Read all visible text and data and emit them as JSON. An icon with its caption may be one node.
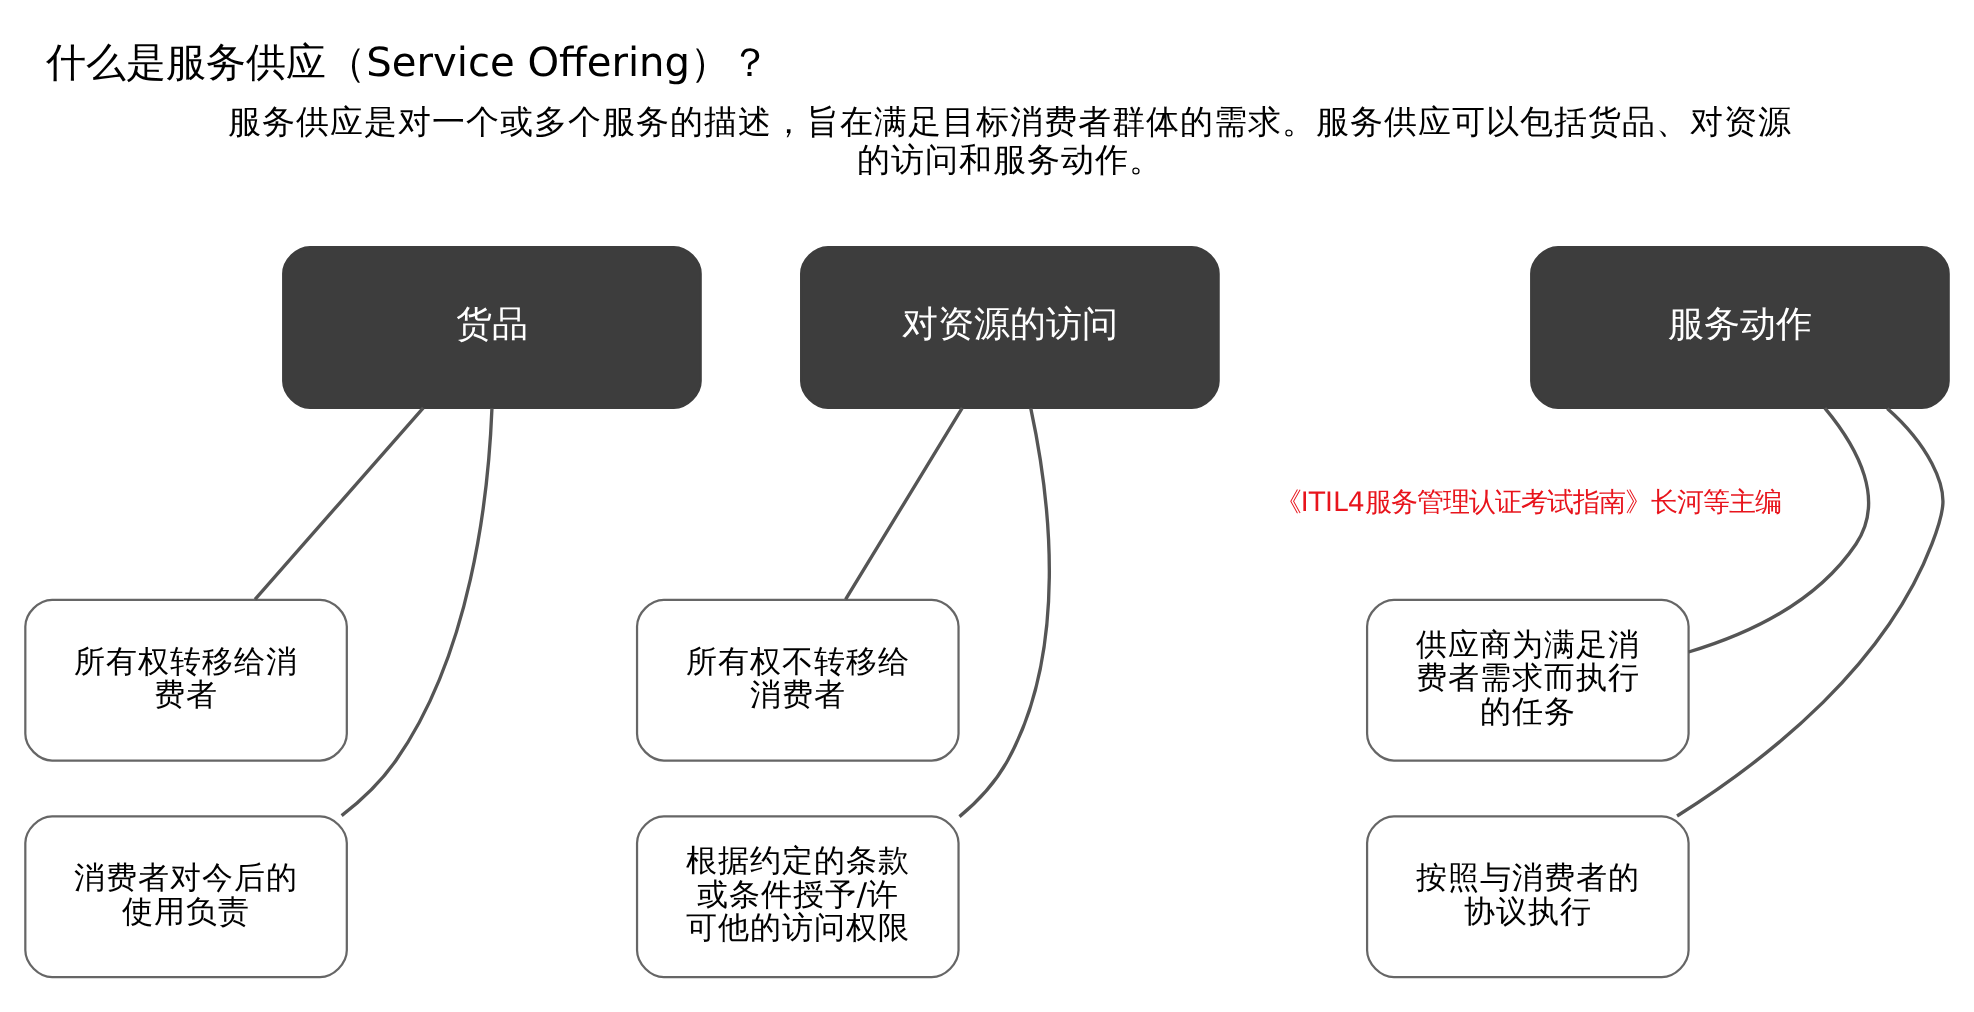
{
  "diagram": {
    "title": "什么是服务供应（Service Offering）？",
    "nodes": [
      {
        "text": [
          "货品"
        ]
      },
      {
        "text": [
          "所有权转移给消费者"
        ]
      },
      {
        "text": [
          "消费者对今后的使用负责"
        ]
      },
      {
        "text": [
          "对资源的访问"
        ]
      },
      {
        "text": [
          "所有权不转移给消费者"
        ]
      },
      {
        "text": [
          "根据约定的条款或条件授予/许可他的访问权限"
        ]
      },
      {
        "text": [
          "服务动作"
        ]
      },
      {
        "text": [
          "供应商为满足消费者需求而执行的任务"
        ]
      },
      {
        "text": [
          "按照与消费者的协议执行"
        ]
      }
    ],
    "edges": [
      {
        "from": 0,
        "to": 1,
        "arrow": "none"
      },
      {
        "from": 0,
        "to": 2,
        "arrow": "none"
      },
      {
        "from": 3,
        "to": 4,
        "arrow": "none"
      },
      {
        "from": 3,
        "to": 5,
        "arrow": "none"
      },
      {
        "from": 6,
        "to": 7,
        "arrow": "none"
      },
      {
        "from": 6,
        "to": 8,
        "arrow": "none"
      }
    ],
    "labels": [
      "服务供应是对一个或多个服务的描述，旨在满足目标消费者群体的需求。服务供应可以包括货品、对资源的访问和服务动作。",
      "《ITIL4服务管理认证考试指南》长河等主编"
    ]
  }
}
